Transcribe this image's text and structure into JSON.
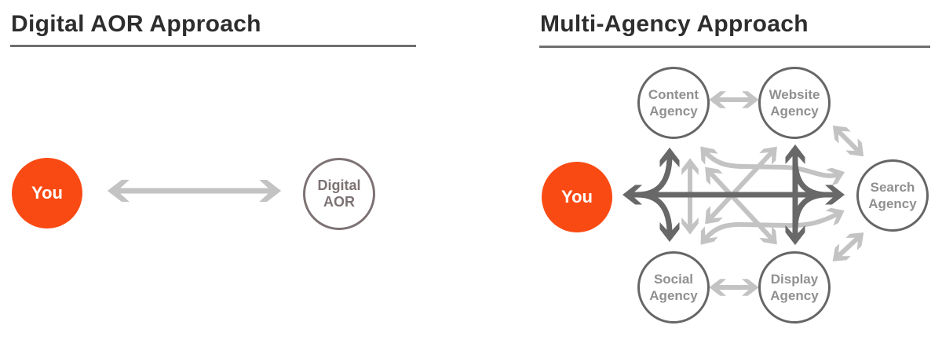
{
  "left_panel": {
    "title": "Digital AOR Approach",
    "you_label": "You",
    "aor_circle": {
      "line1": "Digital",
      "line2": "AOR"
    }
  },
  "right_panel": {
    "title": "Multi-Agency Approach",
    "you_label": "You",
    "agencies": {
      "content": {
        "line1": "Content",
        "line2": "Agency"
      },
      "website": {
        "line1": "Website",
        "line2": "Agency"
      },
      "search": {
        "line1": "Search",
        "line2": "Agency"
      },
      "social": {
        "line1": "Social",
        "line2": "Agency"
      },
      "display": {
        "line1": "Display",
        "line2": "Agency"
      }
    }
  },
  "colors": {
    "accent_orange": "#fa4a14",
    "title_text": "#2e2e2e",
    "underline": "#6f6f6f",
    "dark_arrow": "#686868",
    "light_arrow": "#c3c3c3",
    "agency_ring": "#666666",
    "agency_label": "#909090",
    "aor_ring": "#7d7273",
    "you_label": "#ffffff"
  }
}
